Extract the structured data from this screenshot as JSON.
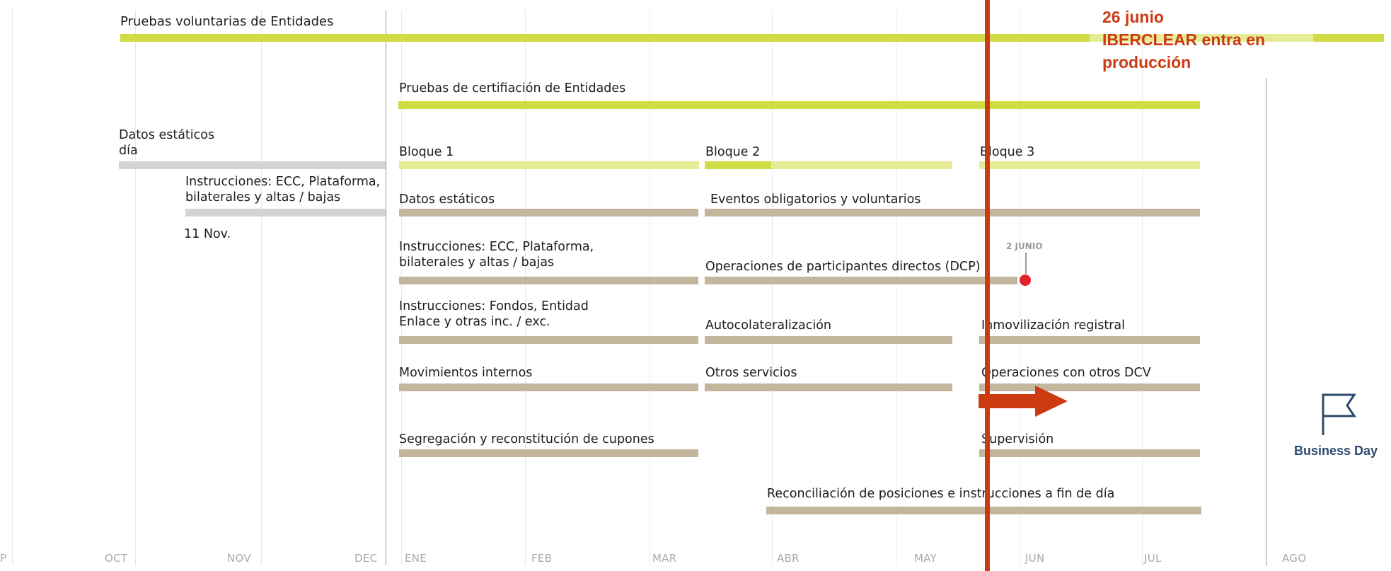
{
  "axis": {
    "months": [
      "OCT",
      "NOV",
      "DEC",
      "ENE",
      "FEB",
      "MAR",
      "ABR",
      "MAY",
      "JUN",
      "JUL",
      "AGO"
    ],
    "cut_left": "P"
  },
  "rows": {
    "voluntarias": "Pruebas voluntarias de Entidades",
    "certificacion": "Pruebas de certifiación de Entidades",
    "datos_estaticos_dia_line1": "Datos estáticos",
    "datos_estaticos_dia_line2": "día",
    "bloque1": "Bloque 1",
    "bloque2": "Bloque 2",
    "bloque3": "Bloque 3",
    "instrucciones_pre_line1": "Instrucciones: ECC, Plataforma,",
    "instrucciones_pre_line2": "bilaterales y altas / bajas",
    "nov11": "11 Nov.",
    "datos_estaticos": "Datos estáticos",
    "eventos": "Eventos obligatorios y voluntarios",
    "instrucciones_line1": "Instrucciones: ECC, Plataforma,",
    "instrucciones_line2": "bilaterales y altas / bajas",
    "operaciones_dcp": "Operaciones de participantes directos (DCP)",
    "fondos_line1": "Instrucciones: Fondos, Entidad",
    "fondos_line2": "Enlace y otras inc. / exc.",
    "autocolateralizacion": "Autocolateralización",
    "inmovilizacion": "Inmovilización registral",
    "movimientos": "Movimientos internos",
    "otros_servicios": "Otros servicios",
    "operaciones_dcv": "Operaciones con otros DCV",
    "segregacion": "Segregación y reconstitución de cupones",
    "supervision": "Supervisión",
    "reconciliacion": "Reconciliación de posiciones e instrucciones a fin de día"
  },
  "milestone": {
    "label": "2 JUNIO"
  },
  "annotation": {
    "line1": "26 junio",
    "line2": "IBERCLEAR entra en",
    "line3": "producción"
  },
  "business_day": {
    "label": "Business Day",
    "icon": "flag-icon"
  },
  "colors": {
    "lime": "#cfdc44",
    "lime_light": "#e6ec96",
    "grey": "#d4d4d2",
    "tan": "#c4b69c",
    "accent": "#cc3a12",
    "milestone": "#e5202b",
    "business_day": "#2c4a6e"
  }
}
